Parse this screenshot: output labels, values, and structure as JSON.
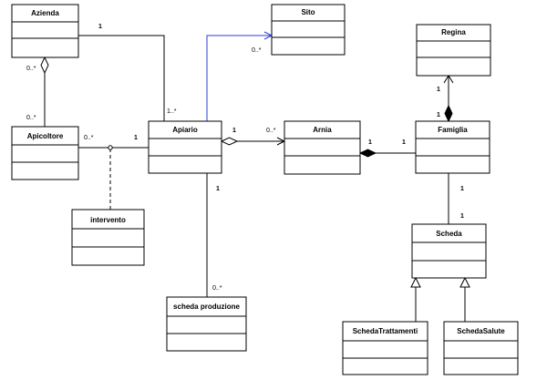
{
  "classes": {
    "azienda": "Azienda",
    "sito": "Sito",
    "regina": "Regina",
    "apicoltore": "Apicoltore",
    "apiario": "Apiario",
    "arnia": "Arnia",
    "famiglia": "Famiglia",
    "intervento": "intervento",
    "scheda": "Scheda",
    "scheda_produzione": "scheda produzione",
    "scheda_trattamenti": "SchedaTrattamenti",
    "scheda_salute": "SchedaSalute"
  },
  "multiplicities": {
    "azienda_apiario_src": "1",
    "azienda_apiario_dst": "1..*",
    "azienda_apicoltore_src": "0..*",
    "azienda_apicoltore_dst": "0..*",
    "apicoltore_apiario_src": "0..*",
    "apicoltore_apiario_dst": "1",
    "apiario_sito_dst": "0..*",
    "apiario_arnia_src": "1",
    "apiario_arnia_dst": "0..*",
    "arnia_famiglia_src": "1",
    "arnia_famiglia_dst": "1",
    "regina_famiglia_src": "1",
    "regina_famiglia_dst": "1",
    "famiglia_scheda_src": "1",
    "famiglia_scheda_dst": "1",
    "apiario_produzione_src": "1",
    "apiario_produzione_dst": "0..*"
  },
  "colors": {
    "line": "#000000",
    "sito_link": "#2b3bd6",
    "background": "#ffffff"
  }
}
